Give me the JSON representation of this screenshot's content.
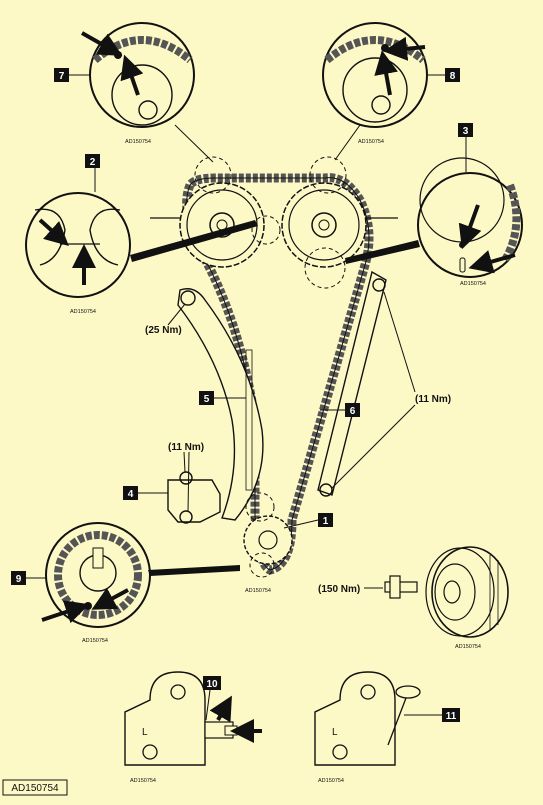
{
  "callouts": [
    "2",
    "3",
    "4",
    "5",
    "6",
    "7",
    "8",
    "9",
    "10",
    "11",
    "1"
  ],
  "torques": {
    "t25": "(25 Nm)",
    "t11a": "(11 Nm)",
    "t11b": "(11 Nm)",
    "t150": "(150 Nm)"
  },
  "ref_code": "AD150754",
  "tensioner_letter": "L",
  "colors": {
    "background": "#fdf9c6",
    "line": "#111111",
    "chain": "#555555"
  },
  "icons": [
    "arrow-icon",
    "chain-icon",
    "sprocket-icon",
    "bolt-icon",
    "pulley-icon",
    "tensioner-icon",
    "pin-icon"
  ]
}
